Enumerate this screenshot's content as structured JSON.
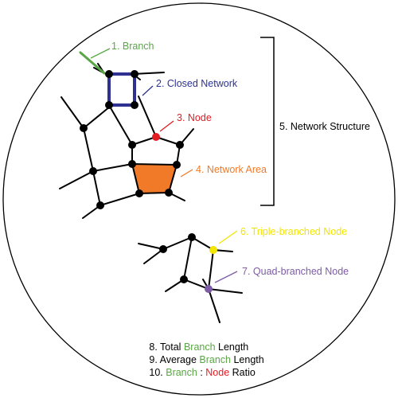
{
  "colors": {
    "branch": "#5aa646",
    "closed_network": "#2e3192",
    "node": "#e31c23",
    "network_area": "#f07a28",
    "network_structure": "#000000",
    "triple_node": "#f2e500",
    "quad_node": "#7d5ba6",
    "outline": "#000000"
  },
  "labels": {
    "branch": "1. Branch",
    "closed_network": "2. Closed Network",
    "node": "3. Node",
    "network_area": "4. Network Area",
    "network_structure": "5. Network Structure",
    "triple_node": "6. Triple-branched Node",
    "quad_node": "7. Quad-branched Node"
  },
  "metrics": {
    "total_length": {
      "prefix": "8. Total ",
      "highlight": "Branch",
      "suffix": " Length"
    },
    "average_length": {
      "prefix": "9. Average ",
      "highlight": "Branch",
      "suffix": " Length"
    },
    "ratio": {
      "prefix": "10. ",
      "branch": "Branch",
      "separator": " : ",
      "node": "Node",
      "suffix": " Ratio"
    }
  },
  "icons": [
    "network-diagram",
    "node-dot",
    "bracket"
  ]
}
